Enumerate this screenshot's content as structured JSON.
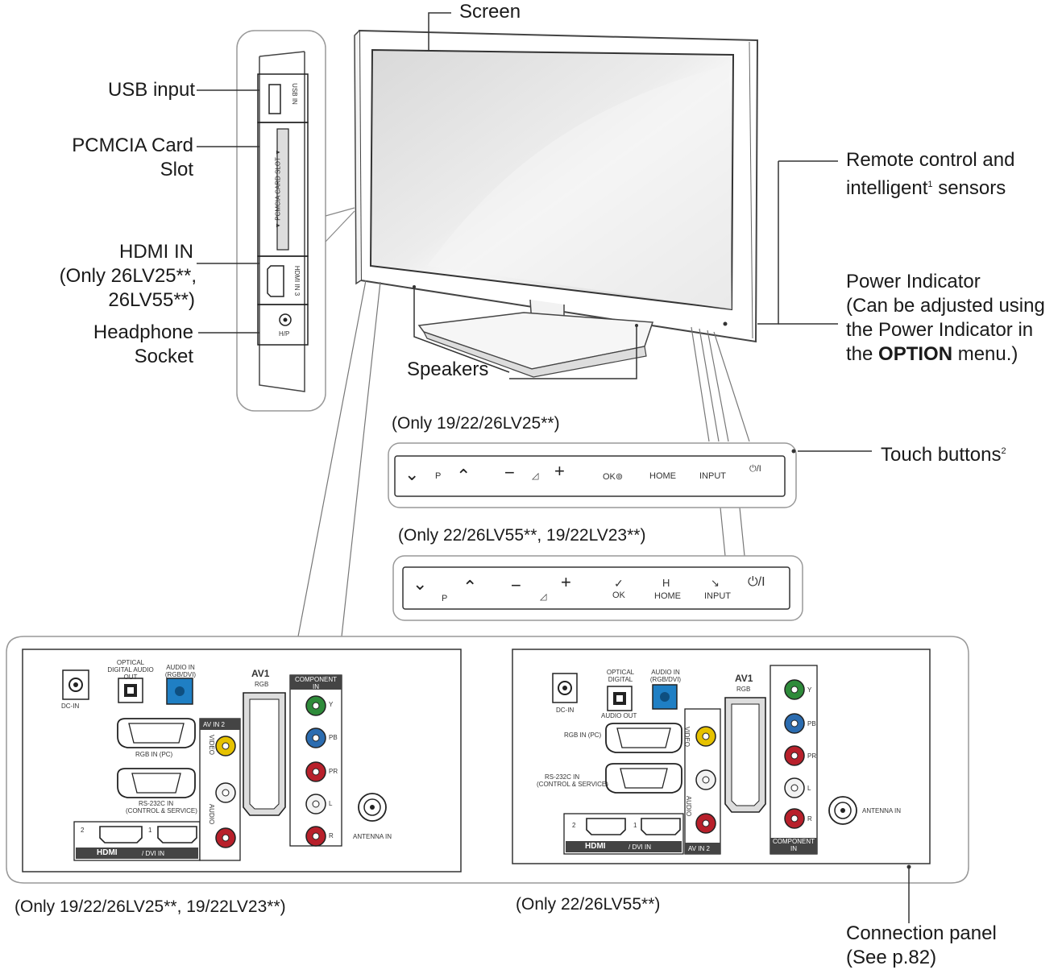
{
  "labels": {
    "screen": "Screen",
    "usb_input": "USB input",
    "pcmcia_line1": "PCMCIA Card",
    "pcmcia_line2": "Slot",
    "hdmi_line1": "HDMI IN",
    "hdmi_line2": "(Only 26LV25**,",
    "hdmi_line3": "26LV55**)",
    "headphone_line1": "Headphone",
    "headphone_line2": "Socket",
    "remote_line1": "Remote control and",
    "remote_line2": "intelligent",
    "remote_sup": "1",
    "remote_line2_end": " sensors",
    "power_line1": "Power Indicator",
    "power_line2": "(Can be adjusted using",
    "power_line3": "the Power Indicator in",
    "power_line4_pre": "the ",
    "power_line4_bold": "OPTION",
    "power_line4_post": " menu.)",
    "speakers": "Speakers",
    "touch_buttons": "Touch buttons",
    "touch_sup": "2",
    "connection_line1": "Connection panel",
    "connection_line2": "(See p.82)"
  },
  "side_panel": {
    "usb": "USB IN",
    "pcmcia": "▼ PCMCIA CARD SLOT ▼",
    "hdmi": "HDMI IN 3",
    "headphone": "H/P"
  },
  "captions": {
    "touch1": "(Only 19/22/26LV25**)",
    "touch2": "(Only 22/26LV55**, 19/22LV23**)",
    "panel1": "(Only 19/22/26LV25**, 19/22LV23**)",
    "panel2": "(Only 22/26LV55**)"
  },
  "touch_bar_1": {
    "p": "P",
    "ok": "OK⊚",
    "home": "HOME",
    "input": "INPUT",
    "power": "⏻/I"
  },
  "touch_bar_2": {
    "p": "P",
    "ok": "OK",
    "home_icon": "H",
    "home": "HOME",
    "input": "INPUT",
    "power": "⏻/I"
  },
  "panel_1": {
    "dc_in": "DC-IN",
    "optical": "OPTICAL DIGITAL AUDIO OUT",
    "audio_in": "AUDIO IN (RGB/DVI)",
    "av1": "AV1",
    "rgb": "RGB",
    "component": "COMPONENT IN",
    "av_in2": "AV IN 2",
    "rgb_in": "RGB IN (PC)",
    "rs232": "RS-232C IN",
    "rs232_sub": "(CONTROL & SERVICE)",
    "hdmi_brand": "HDMI",
    "dvi_in": "/ DVI IN",
    "antenna": "ANTENNA IN",
    "port2": "2",
    "port1": "1",
    "video": "VIDEO",
    "audio": "AUDIO",
    "y": "Y",
    "pb": "PB",
    "pr": "PR",
    "l": "L",
    "r": "R"
  },
  "panel_2": {
    "dc_in": "DC-IN",
    "optical": "OPTICAL DIGITAL",
    "audio_out": "AUDIO OUT",
    "audio_in": "AUDIO IN (RGB/DVI)",
    "av1": "AV1",
    "rgb": "RGB",
    "av_in2": "AV IN 2",
    "rgb_in": "RGB IN (PC)",
    "rs232": "RS-232C IN",
    "rs232_sub": "(CONTROL & SERVICE)",
    "hdmi_brand": "HDMI",
    "dvi_in": "/ DVI IN",
    "antenna": "ANTENNA IN",
    "component": "COMPONENT IN",
    "port2": "2",
    "port1": "1",
    "video": "VIDEO",
    "audio": "AUDIO",
    "y": "Y",
    "pb": "PB",
    "pr": "PR",
    "l": "L",
    "r": "R"
  },
  "colors": {
    "line": "#333333",
    "frame": "#888888",
    "green": "#2e8b3a",
    "blue": "#2b6cb0",
    "red": "#b8202b",
    "yellow": "#e6c200",
    "audio_blue": "#1f7fc4"
  }
}
